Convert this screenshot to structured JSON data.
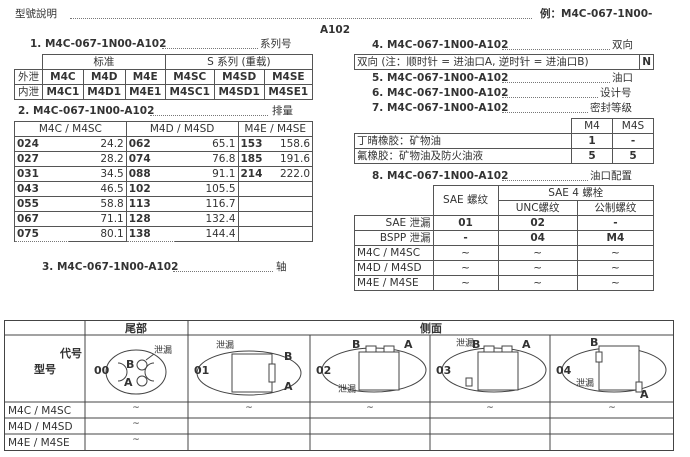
{
  "header": {
    "left": "型號說明",
    "right": "例：M4C-067-1N00-",
    "center": "A102"
  },
  "sec1": {
    "title": "1. M4C-067-1N00-A102",
    "suffix": "系列号",
    "table": {
      "h1": "标准",
      "h2": "S 系列 (重载)",
      "r1": [
        "外泄",
        "M4C",
        "M4D",
        "M4E",
        "M4SC",
        "M4SD",
        "M4SE"
      ],
      "r2": [
        "内泄",
        "M4C1",
        "M4D1",
        "M4E1",
        "M4SC1",
        "M4SD1",
        "M4SE1"
      ]
    }
  },
  "sec2": {
    "title": "2. M4C-067-1N00-A102",
    "suffix": "排量",
    "cols": [
      "M4C / M4SC",
      "M4D / M4SD",
      "M4E / M4SE"
    ],
    "rows": [
      [
        [
          "024",
          "24.2"
        ],
        [
          "062",
          "65.1"
        ],
        [
          "153",
          "158.6"
        ]
      ],
      [
        [
          "027",
          "28.2"
        ],
        [
          "074",
          "76.8"
        ],
        [
          "185",
          "191.6"
        ]
      ],
      [
        [
          "031",
          "34.5"
        ],
        [
          "088",
          "91.1"
        ],
        [
          "214",
          "222.0"
        ]
      ],
      [
        [
          "043",
          "46.5"
        ],
        [
          "102",
          "105.5"
        ],
        [
          "",
          ""
        ]
      ],
      [
        [
          "055",
          "58.8"
        ],
        [
          "113",
          "116.7"
        ],
        [
          "",
          ""
        ]
      ],
      [
        [
          "067",
          "71.1"
        ],
        [
          "128",
          "132.4"
        ],
        [
          "",
          ""
        ]
      ],
      [
        [
          "075",
          "80.1"
        ],
        [
          "138",
          "144.4"
        ],
        [
          "",
          ""
        ]
      ]
    ]
  },
  "sec3": {
    "title": "3. M4C-067-1N00-A102",
    "suffix": "轴"
  },
  "sec4": {
    "title": "4. M4C-067-1N00-A102",
    "suffix": "双向",
    "desc": "双向 (注：顺时针 = 进油口A, 逆时针 = 进油口B)",
    "code": "N"
  },
  "sec5": {
    "title": "5. M4C-067-1N00-A102",
    "suffix": "油口"
  },
  "sec6": {
    "title": "6. M4C-067-1N00-A102",
    "suffix": "设计号"
  },
  "sec7": {
    "title": "7. M4C-067-1N00-A102",
    "suffix": "密封等级",
    "cols": [
      "M4",
      "M4S"
    ],
    "rows": [
      [
        "丁晴橡胶：矿物油",
        "1",
        "-"
      ],
      [
        "氟橡胶：矿物油及防火油液",
        "5",
        "5"
      ]
    ]
  },
  "sec8": {
    "title": "8. M4C-067-1N00-A102",
    "suffix": "油口配置",
    "h_sae": "SAE 螺纹",
    "h_sae4": "SAE 4 螺栓",
    "h_unc": "UNC螺纹",
    "h_metric": "公制螺纹",
    "rows": [
      [
        "SAE 泄漏",
        "01",
        "02",
        "-"
      ],
      [
        "BSPP 泄漏",
        "-",
        "04",
        "M4"
      ],
      [
        "M4C / M4SC",
        "~",
        "~",
        "~"
      ],
      [
        "M4D / M4SD",
        "~",
        "~",
        "~"
      ],
      [
        "M4E / M4SE",
        "~",
        "~",
        "~"
      ]
    ]
  },
  "bottom": {
    "code_label": "代号",
    "model_label": "型号",
    "tail_label": "尾部",
    "side_label": "侧面",
    "drain": "泄漏",
    "port_a": "A",
    "port_b": "B",
    "codes": [
      "00",
      "01",
      "02",
      "03",
      "04"
    ],
    "rows": [
      [
        "M4C / M4SC",
        "~",
        "~",
        "~",
        "~",
        "~"
      ],
      [
        "M4D / M4SD",
        "~",
        "",
        "",
        "",
        ""
      ],
      [
        "M4E / M4SE",
        "~",
        "",
        "",
        "",
        ""
      ]
    ]
  }
}
